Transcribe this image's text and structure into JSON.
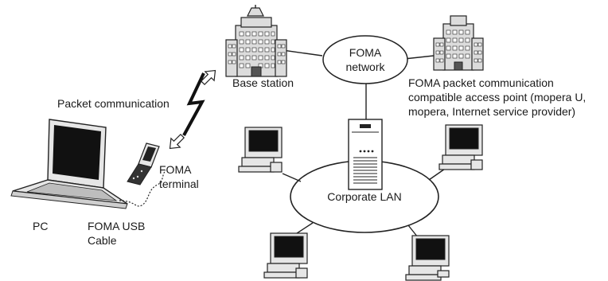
{
  "nodes": {
    "base_station": "Base station",
    "foma_network_line1": "FOMA",
    "foma_network_line2": "network",
    "access_point_line1": "FOMA packet communication",
    "access_point_line2": "compatible access point (mopera U,",
    "access_point_line3": "mopera, Internet service provider)",
    "packet_communication": "Packet communication",
    "foma_terminal_line1": "FOMA",
    "foma_terminal_line2": "terminal",
    "pc": "PC",
    "usb_cable_line1": "FOMA USB",
    "usb_cable_line2": "Cable",
    "corporate_lan": "Corporate LAN"
  }
}
